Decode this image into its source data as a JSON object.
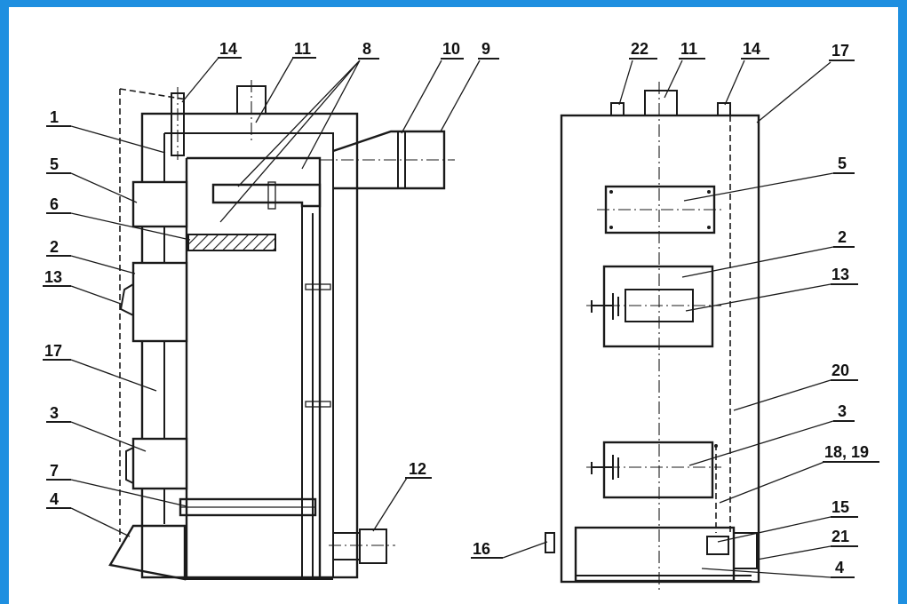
{
  "diagram": {
    "side_view": {
      "labels": [
        "14",
        "11",
        "8",
        "10",
        "9",
        "1",
        "5",
        "6",
        "2",
        "13",
        "17",
        "3",
        "7",
        "4",
        "12"
      ]
    },
    "front_view": {
      "labels": [
        "22",
        "11",
        "14",
        "17",
        "5",
        "2",
        "13",
        "20",
        "3",
        "18, 19",
        "15",
        "16",
        "21",
        "4"
      ]
    }
  }
}
